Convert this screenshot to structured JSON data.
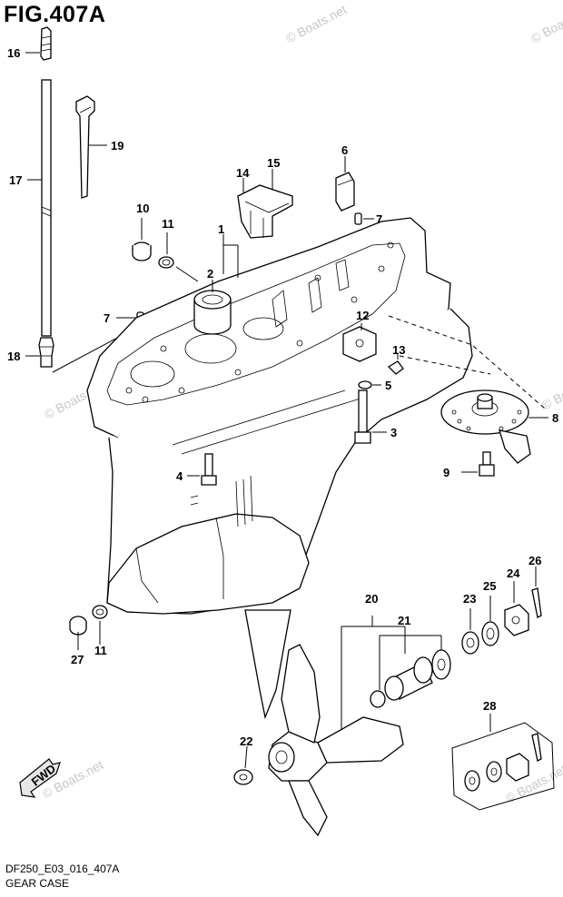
{
  "figure": {
    "title": "FIG.407A",
    "code": "DF250_E03_016_407A",
    "name": "GEAR CASE"
  },
  "watermark": {
    "text": "© Boats.net"
  },
  "fwd_label": "FWD",
  "callouts": {
    "c1": "1",
    "c2": "2",
    "c3": "3",
    "c4": "4",
    "c5": "5",
    "c6": "6",
    "c7a": "7",
    "c7b": "7",
    "c8": "8",
    "c9": "9",
    "c10": "10",
    "c11a": "11",
    "c11b": "11",
    "c12": "12",
    "c13": "13",
    "c14": "14",
    "c15": "15",
    "c16": "16",
    "c17": "17",
    "c18": "18",
    "c19": "19",
    "c20": "20",
    "c21": "21",
    "c22": "22",
    "c23": "23",
    "c24": "24",
    "c25": "25",
    "c26": "26",
    "c27": "27",
    "c28": "28"
  }
}
